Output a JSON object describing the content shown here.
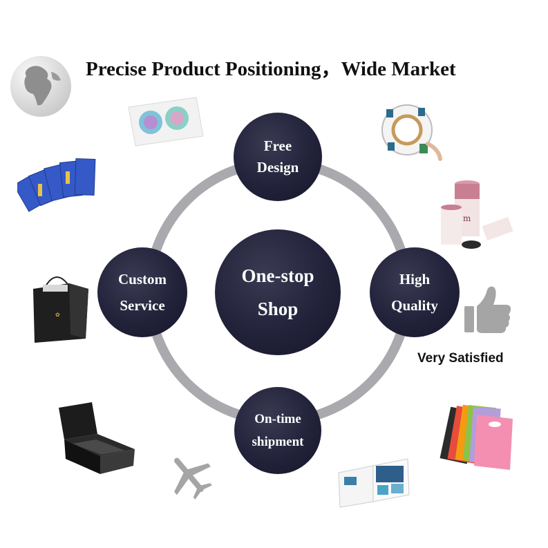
{
  "title": "Precise Product Positioning，Wide Market",
  "nodes": {
    "free_design": {
      "line1": "Free",
      "line2": "Design"
    },
    "custom_service": {
      "line1": "Custom",
      "line2": "Service"
    },
    "high_quality": {
      "line1": "High",
      "line2": "Quality"
    },
    "on_time_shipment": {
      "line1": "On-time",
      "line2": "shipment"
    },
    "center": {
      "line1": "One-stop",
      "line2": "Shop"
    }
  },
  "badge": "Very Satisfied",
  "icons": [
    "globe-icon",
    "thumbs-up-icon",
    "airplane-icon"
  ],
  "colors": {
    "node": "#22223a",
    "ring": "#a9a9ae",
    "icon_gray": "#a5a5a5"
  }
}
